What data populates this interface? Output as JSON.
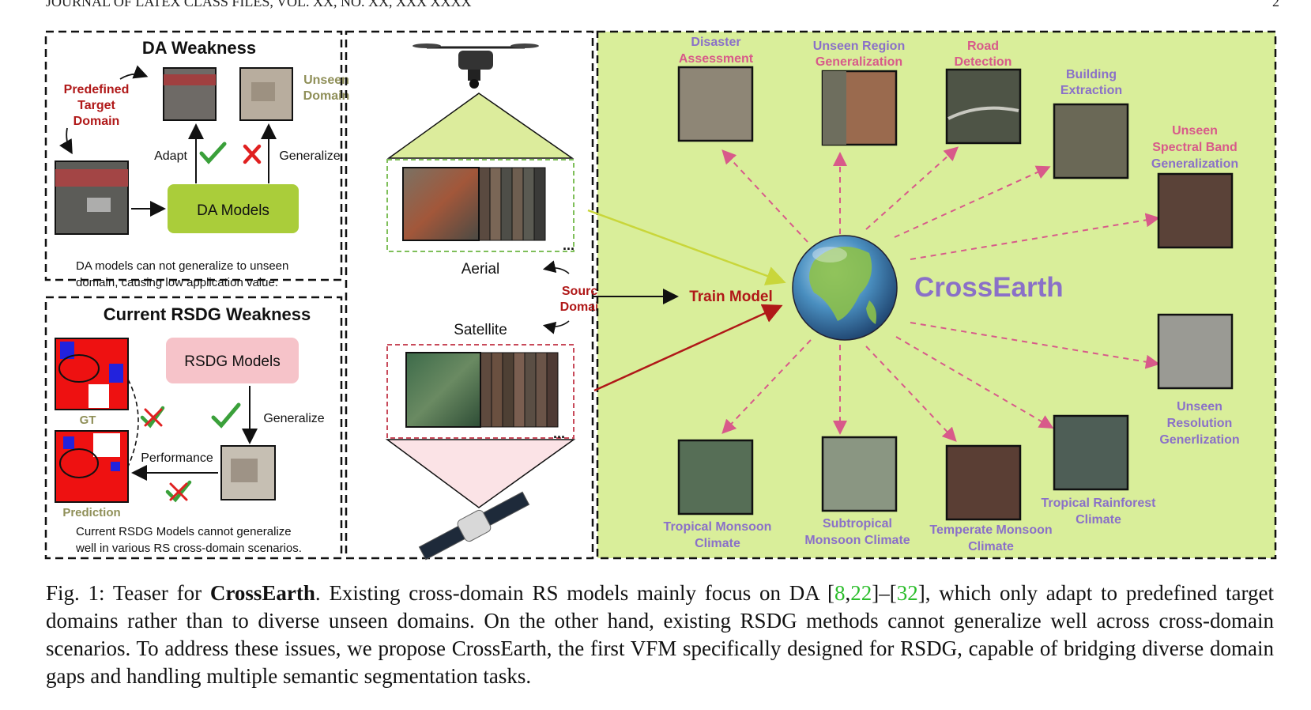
{
  "header": {
    "left": "JOURNAL OF LATEX CLASS FILES, VOL. XX, NO. XX, XXX XXXX",
    "page": "2"
  },
  "panel_da": {
    "title": "DA  Weakness",
    "target_line1": "Predefined",
    "target_line2": "Target",
    "target_line3": "Domain",
    "unseen_line1": "Unseen",
    "unseen_line2": "Domain",
    "adapt": "Adapt",
    "generalize": "Generalize",
    "model": "DA Models",
    "note_line1": "DA models can not  generalize to unseen",
    "note_line2": "domain, causing low application value."
  },
  "panel_rsdg": {
    "title": "Current RSDG Weakness",
    "model": "RSDG Models",
    "generalize": "Generalize",
    "gt": "GT",
    "performance": "Performance",
    "prediction": "Prediction",
    "note_line1": "Current RSDG Models cannot generalize",
    "note_line2": "well in various RS cross-domain scenarios."
  },
  "panel_source": {
    "aerial": "Aerial",
    "satellite": "Satellite",
    "source_line1": "Source",
    "source_line2": "Domain",
    "dots": "..."
  },
  "panel_cross": {
    "train_model": "Train Model",
    "brand": "CrossEarth",
    "tasks": {
      "disaster_1": "Disaster",
      "disaster_2": "Assessment",
      "region_1": "Unseen Region",
      "region_2": "Generalization",
      "road_1": "Road",
      "road_2": "Detection",
      "building_1": "Building",
      "building_2": "Extraction",
      "spectral_1": "Unseen",
      "spectral_2": "Spectral Band",
      "spectral_3": "Generalization",
      "resolution_1": "Unseen",
      "resolution_2": "Resolution",
      "resolution_3": "Generlization",
      "rainforest_1": "Tropical Rainforest",
      "rainforest_2": "Climate",
      "temperate_1": "Temperate Monsoon",
      "temperate_2": "Climate",
      "subtropical_1": "Subtropical",
      "subtropical_2": "Monsoon Climate",
      "tropical_1": "Tropical Monsoon",
      "tropical_2": "Climate"
    }
  },
  "caption": {
    "prefix": "Fig. 1: Teaser for ",
    "bold": "CrossEarth",
    "part1": ". Existing cross-domain RS models mainly focus on DA [",
    "c1": "8",
    "comma": ",",
    "c2": "22",
    "dash": "]–[",
    "c3": "32",
    "part2": "], which only adapt to predefined target domains rather than to diverse unseen domains. On the other hand, existing RSDG methods cannot generalize well across cross-domain scenarios. To address these issues, we propose CrossEarth, the first VFM specifically designed for RSDG, capable of bridging diverse domain gaps and handling multiple semantic segmentation tasks."
  },
  "colors": {
    "green_bg": "#d9ee9a",
    "dark_red": "#b01818",
    "purple": "#8a70c8",
    "pink": "#d85a8a",
    "olive": "#8f8f58",
    "model_green": "#aacd3a",
    "model_pink": "#f6c3c9",
    "check_green": "#3aa03a",
    "cross_red": "#e02020"
  }
}
